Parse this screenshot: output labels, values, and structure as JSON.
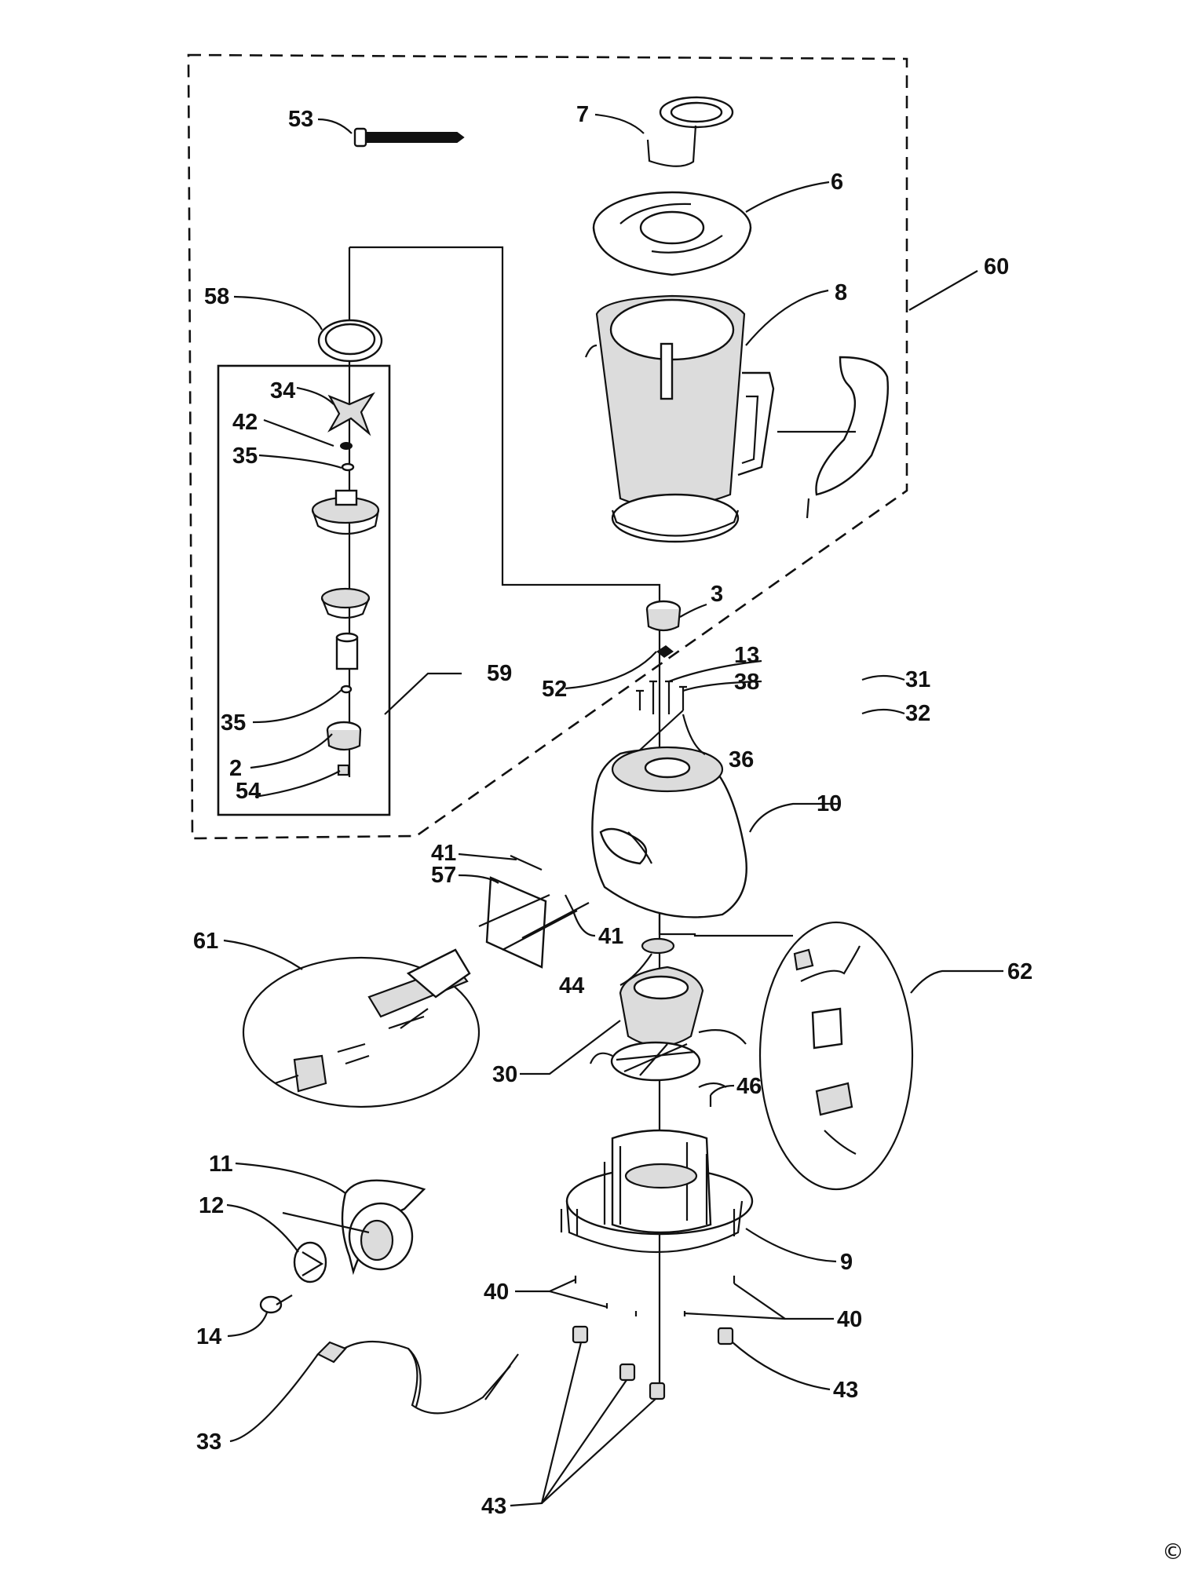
{
  "diagram": {
    "callouts": {
      "c2": "2",
      "c3": "3",
      "c6": "6",
      "c7": "7",
      "c8": "8",
      "c9": "9",
      "c10": "10",
      "c11": "11",
      "c12": "12",
      "c13": "13",
      "c14": "14",
      "c30": "30",
      "c31": "31",
      "c32": "32",
      "c33": "33",
      "c34": "34",
      "c35a": "35",
      "c35b": "35",
      "c36": "36",
      "c38": "38",
      "c40a": "40",
      "c40b": "40",
      "c41a": "41",
      "c41b": "41",
      "c42": "42",
      "c43a": "43",
      "c43b": "43",
      "c44": "44",
      "c46": "46",
      "c52": "52",
      "c53": "53",
      "c54": "54",
      "c57": "57",
      "c58": "58",
      "c59": "59",
      "c60": "60",
      "c61": "61",
      "c62": "62"
    },
    "copyright_symbol": "©"
  }
}
